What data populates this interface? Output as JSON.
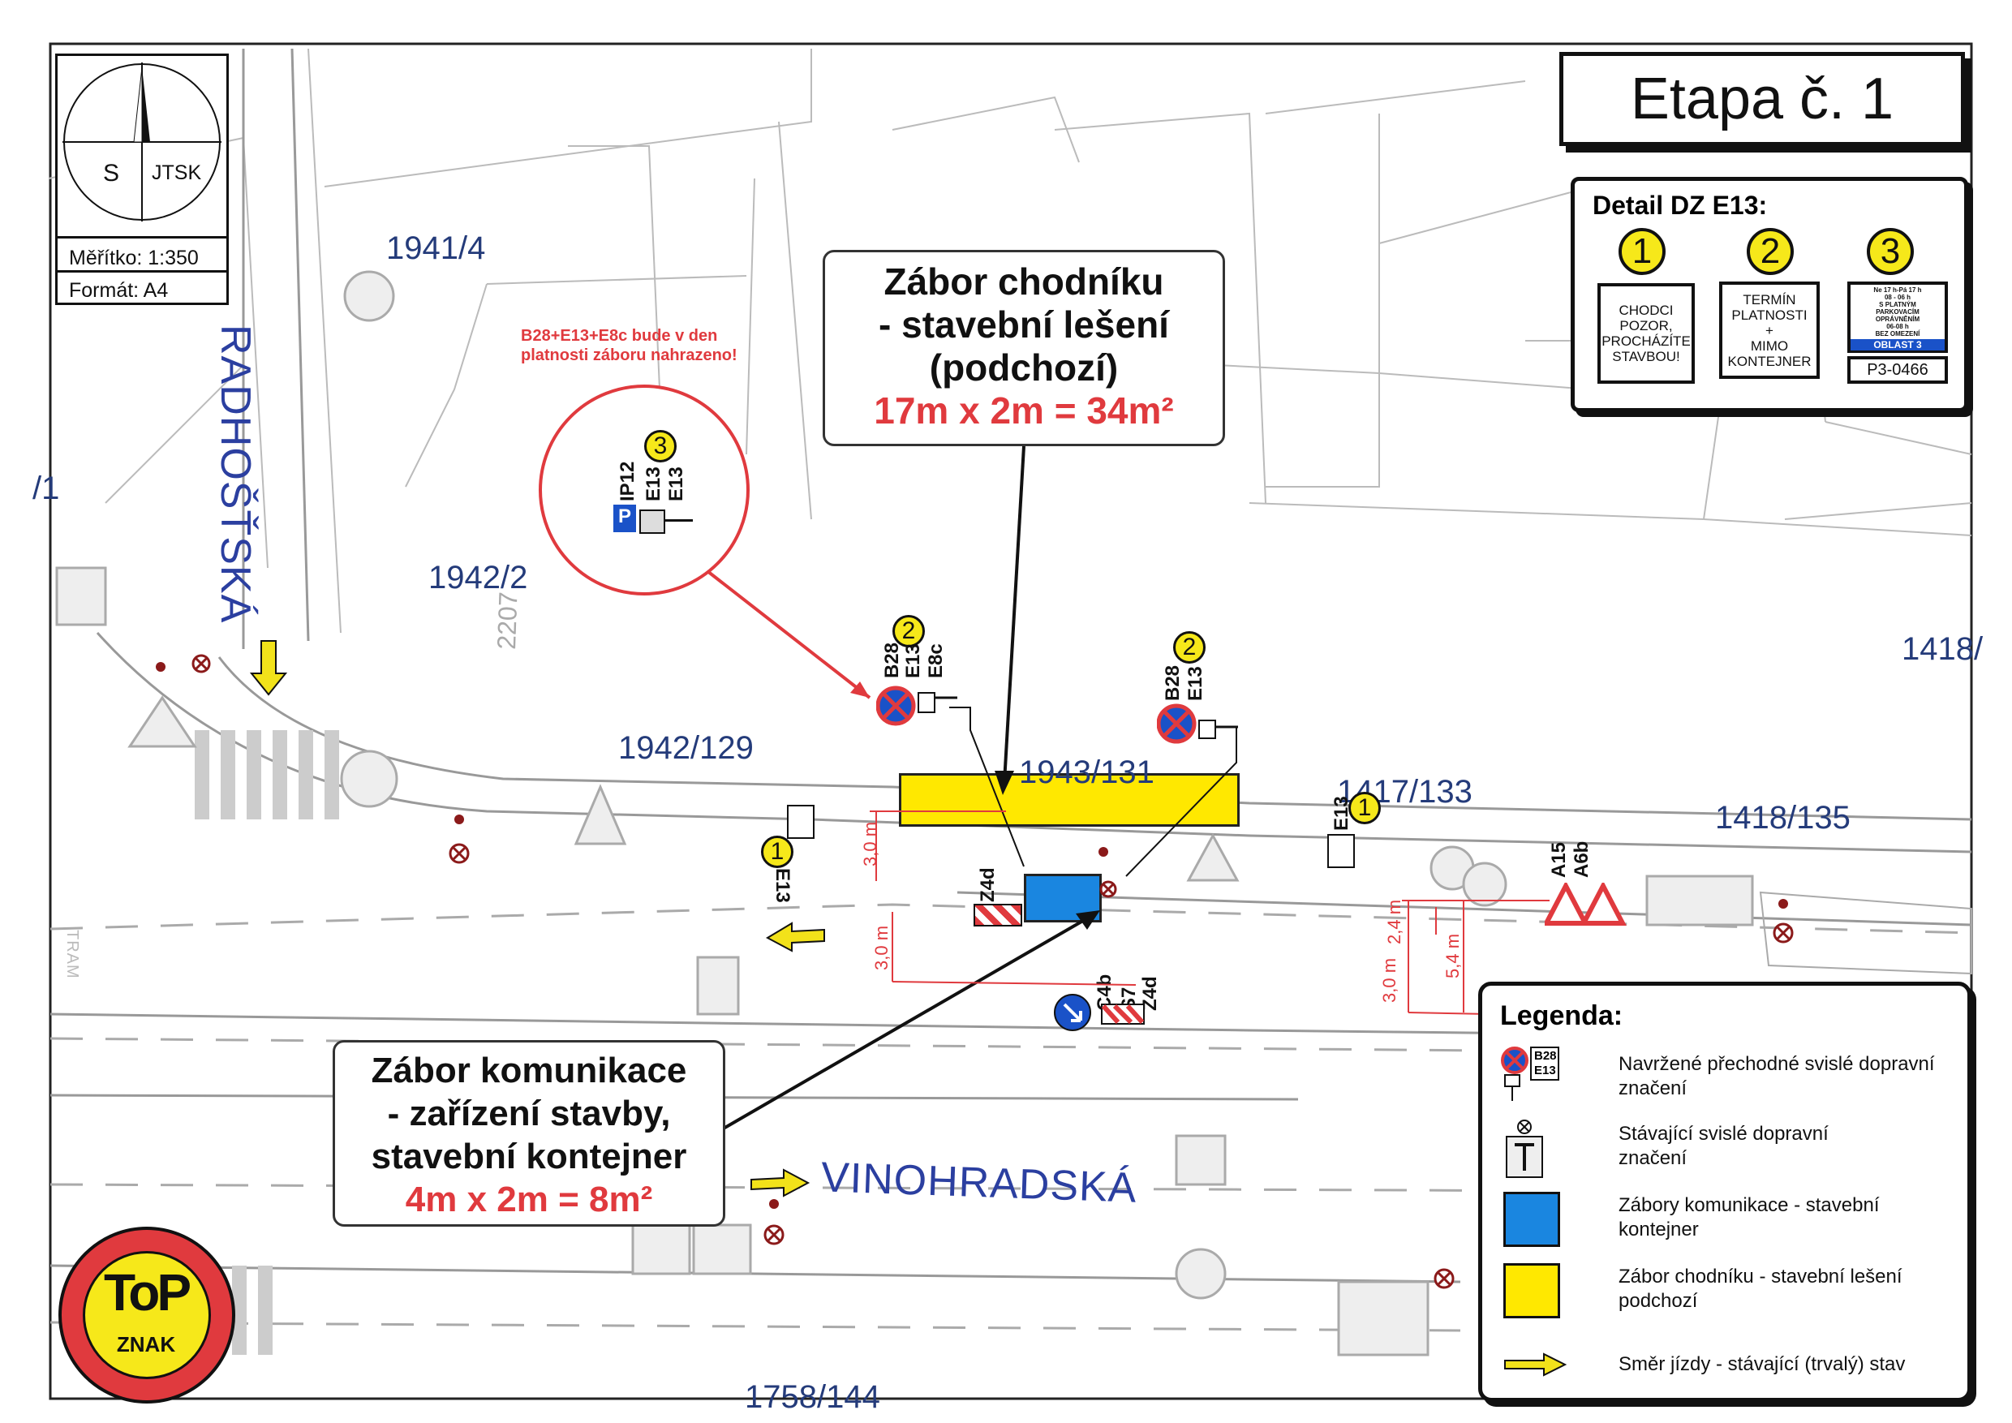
{
  "title": "Etapa č. 1",
  "compass": {
    "north_label": "S",
    "system": "JTSK",
    "scale": "Měřítko: 1:350",
    "format": "Formát: A4"
  },
  "streets": {
    "radhostska": "RADHOŠŤSKÁ",
    "vinohradska": "VINOHRADSKÁ",
    "tram": "TRAM"
  },
  "parcels": [
    "1941/4",
    "1942/2",
    "1942/129",
    "1943/131",
    "1417/133",
    "1418/135",
    "1418/",
    "/1",
    "1758/144"
  ],
  "house_number": "2207",
  "note": "B28+E13+E8c bude v den platnosti záboru nahrazeno!",
  "callout_sidewalk": {
    "line1": "Zábor chodníku",
    "line2": "- stavební lešení",
    "line3": "(podchozí)",
    "area": "17m x 2m = 34m²"
  },
  "callout_road": {
    "line1": "Zábor komunikace",
    "line2": "- zařízení stavby,",
    "line3": "stavební kontejner",
    "area": "4m x 2m = 8m²"
  },
  "detail": {
    "title": "Detail DZ E13:",
    "items": [
      {
        "num": "1",
        "lines": [
          "CHODCI",
          "POZOR,",
          "PROCHÁZÍTE",
          "STAVBOU!"
        ]
      },
      {
        "num": "2",
        "lines": [
          "TERMÍN",
          "PLATNOSTI",
          "+",
          "MIMO",
          "KONTEJNER"
        ]
      },
      {
        "num": "3",
        "lines": [
          "Ne 17 h-Pá 17 h",
          "08 - 06 h",
          "S PLATNÝM",
          "PARKOVACÍM",
          "OPRÁVNĚNÍM",
          "06-08 h",
          "BEZ OMEZENÍ"
        ],
        "zone": "OBLAST 3",
        "code": "P3-0466"
      }
    ]
  },
  "signs": {
    "s1": [
      "B28",
      "E13",
      "E8c"
    ],
    "s1_num": "2",
    "s2": [
      "B28",
      "E13"
    ],
    "s2_num": "2",
    "s3": [
      "IP12",
      "E13",
      "E13"
    ],
    "s3_num": "3",
    "e13_left": "E13",
    "e13_left_num": "1",
    "e13_right": "E13",
    "e13_right_num": "1",
    "z4d_left": "Z4d",
    "c4b": [
      "C4b",
      "S7",
      "Z4d"
    ],
    "a15": [
      "A15",
      "A6b"
    ]
  },
  "dimensions": {
    "d1": "3,0 m",
    "d2": "3,0 m",
    "d3": "3,0 m",
    "d4": "2,4 m",
    "d5": "5,4 m"
  },
  "legend": {
    "title": "Legenda:",
    "sign_codes": [
      "B28",
      "E13"
    ],
    "items": [
      "Navržené přechodné svislé dopravní značení",
      "Stávající svislé dopravní značení",
      "Zábory komunikace -  stavební kontejner",
      "Zábor chodníku - stavební lešení podchozí",
      "Směr jízdy - stávající (trvalý) stav"
    ]
  },
  "logo": {
    "top": "ToP",
    "bottom": "ZNAK"
  },
  "colors": {
    "sidewalk_zone": "#ffe800",
    "road_zone": "#1a86e0",
    "annotation": "#e03a3e",
    "parcel_text": "#243b7a",
    "arrow": "#f2e21a"
  }
}
